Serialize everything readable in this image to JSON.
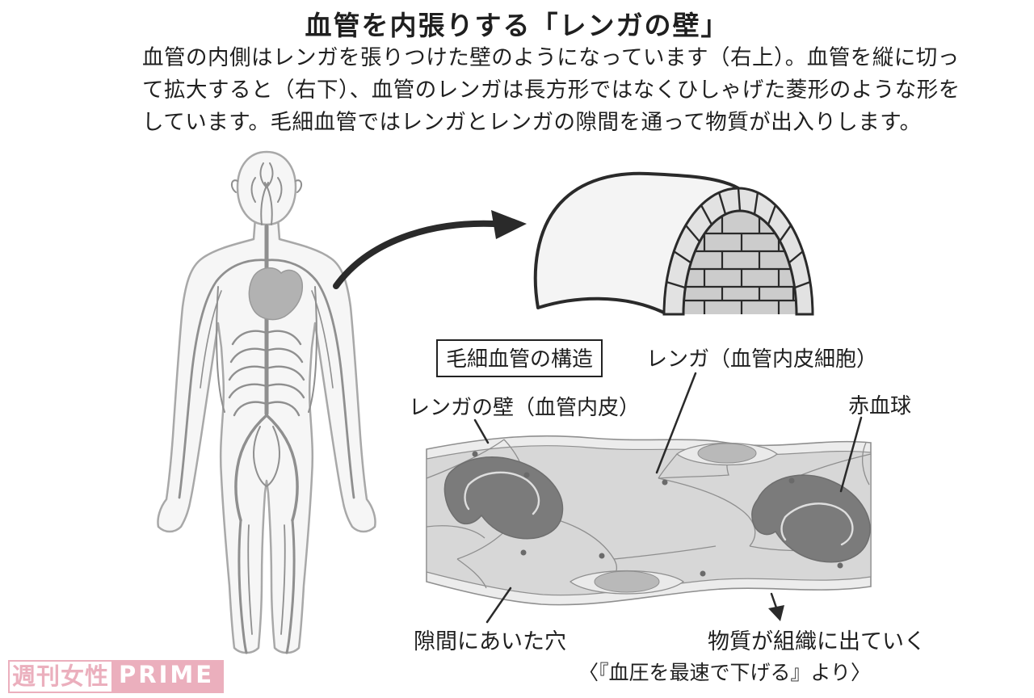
{
  "page": {
    "title": "血管を内張りする「レンガの壁」",
    "description_lines": [
      "血管の内側はレンガを張りつけた壁のようになっています（右上）。血管を縦に切っ",
      "て拡大すると（右下）、血管のレンガは長方形ではなくひしゃげた菱形のような形を",
      "しています。毛細血管ではレンガとレンガの隙間を通って物質が出入りします。"
    ]
  },
  "labels": {
    "capillary_structure": "毛細血管の構造",
    "brick_endothelial_cell": "レンガ（血管内皮細胞）",
    "brick_wall_endothelium": "レンガの壁（血管内皮）",
    "red_blood_cell": "赤血球",
    "hole_in_gap": "隙間にあいた穴",
    "substance_exit": "物質が組織に出ていく",
    "source_credit": "〈『血圧を最速で下げる』より〉"
  },
  "watermark": {
    "magazine": "週刊女性",
    "prime": "PRIME"
  },
  "icons": {
    "curved_arrow": "body-to-tunnel-arrow",
    "down_arrow": "substance-exit-arrow"
  },
  "colors": {
    "text_color": "#1f1f1f",
    "line_art": "#2a2a2a",
    "watermark_pink": "#eaa9b9",
    "shell_fill": "#f4f4f4",
    "brick_fill": "#cfcfcf",
    "band_fill": "#ececec",
    "cell_fill": "#d7d7d7",
    "rbc_fill": "#7b7b7b",
    "nucleus_fill": "#b9b9b9",
    "body_line": "#a8a8a8",
    "vessel": "#8f8f8f"
  }
}
